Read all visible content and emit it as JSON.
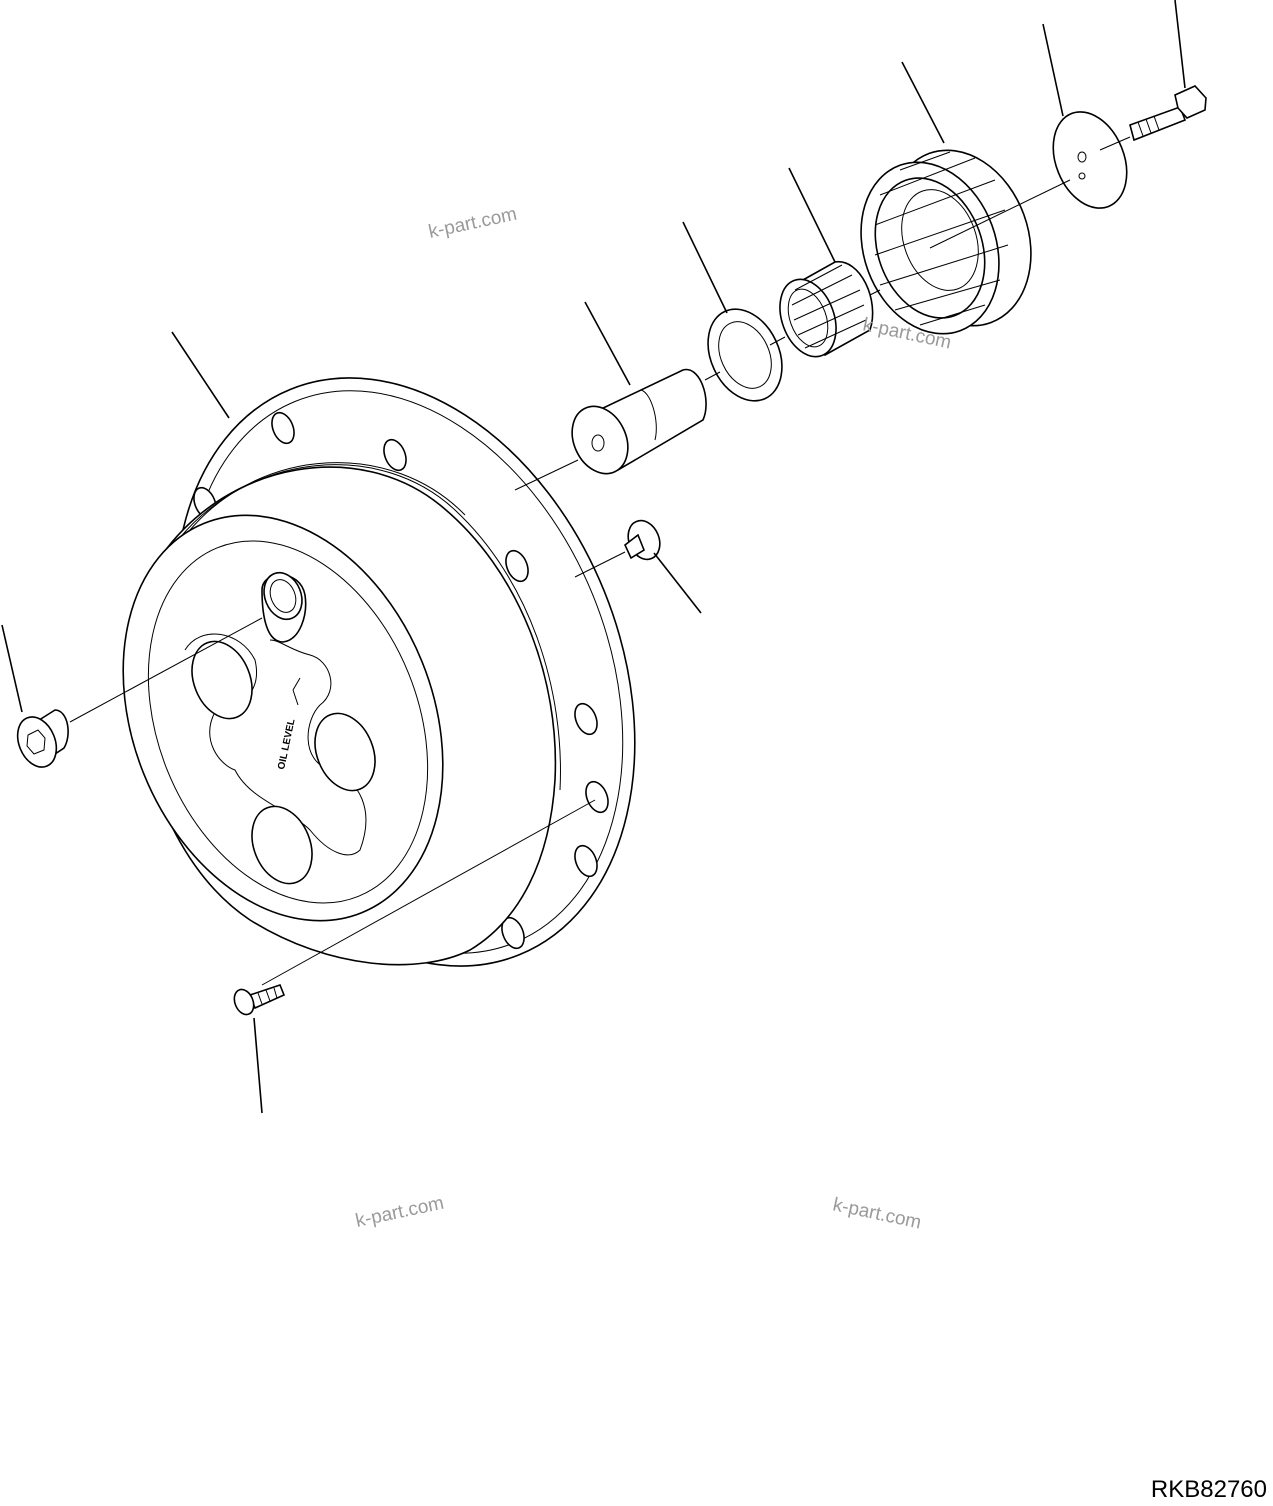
{
  "drawing": {
    "reference_code": "RKB82760",
    "watermarks": [
      "k-part.com",
      "k-part.com",
      "k-part.com",
      "k-part.com"
    ],
    "housing_marking": "OIL LEVEL"
  },
  "parts": [
    {
      "name": "hub-housing"
    },
    {
      "name": "planet-shaft"
    },
    {
      "name": "thrust-washer"
    },
    {
      "name": "needle-bearing"
    },
    {
      "name": "planet-gear"
    },
    {
      "name": "cover-plate"
    },
    {
      "name": "hex-bolt"
    },
    {
      "name": "dowel-pin"
    },
    {
      "name": "drain-plug"
    },
    {
      "name": "countersunk-screw"
    }
  ]
}
